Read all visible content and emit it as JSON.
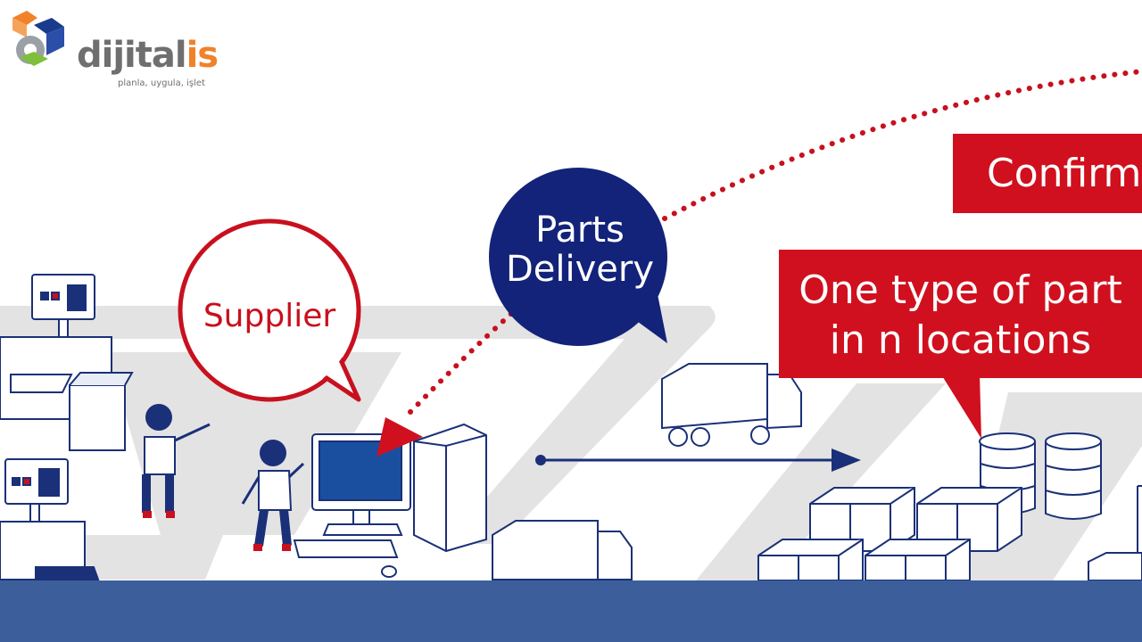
{
  "logo": {
    "name_part1": "dijital",
    "name_part2": "is",
    "tagline": "planla, uygula, işlet",
    "icon": "gear-cube-logo-icon",
    "colors": {
      "gray": "#6f6f6f",
      "orange": "#f0822a",
      "blue": "#1a3a8c"
    }
  },
  "bubbles": {
    "supplier": "Supplier",
    "parts_delivery_line1": "Parts",
    "parts_delivery_line2": "Delivery"
  },
  "banners": {
    "top": "Confirm",
    "mid_line1": "One type of part",
    "mid_line2": "in n locations"
  },
  "colors": {
    "red": "#d0101e",
    "navy": "#13237a",
    "footer": "#3c5f9c",
    "road": "#e3e3e3",
    "line": "#1a3078"
  }
}
